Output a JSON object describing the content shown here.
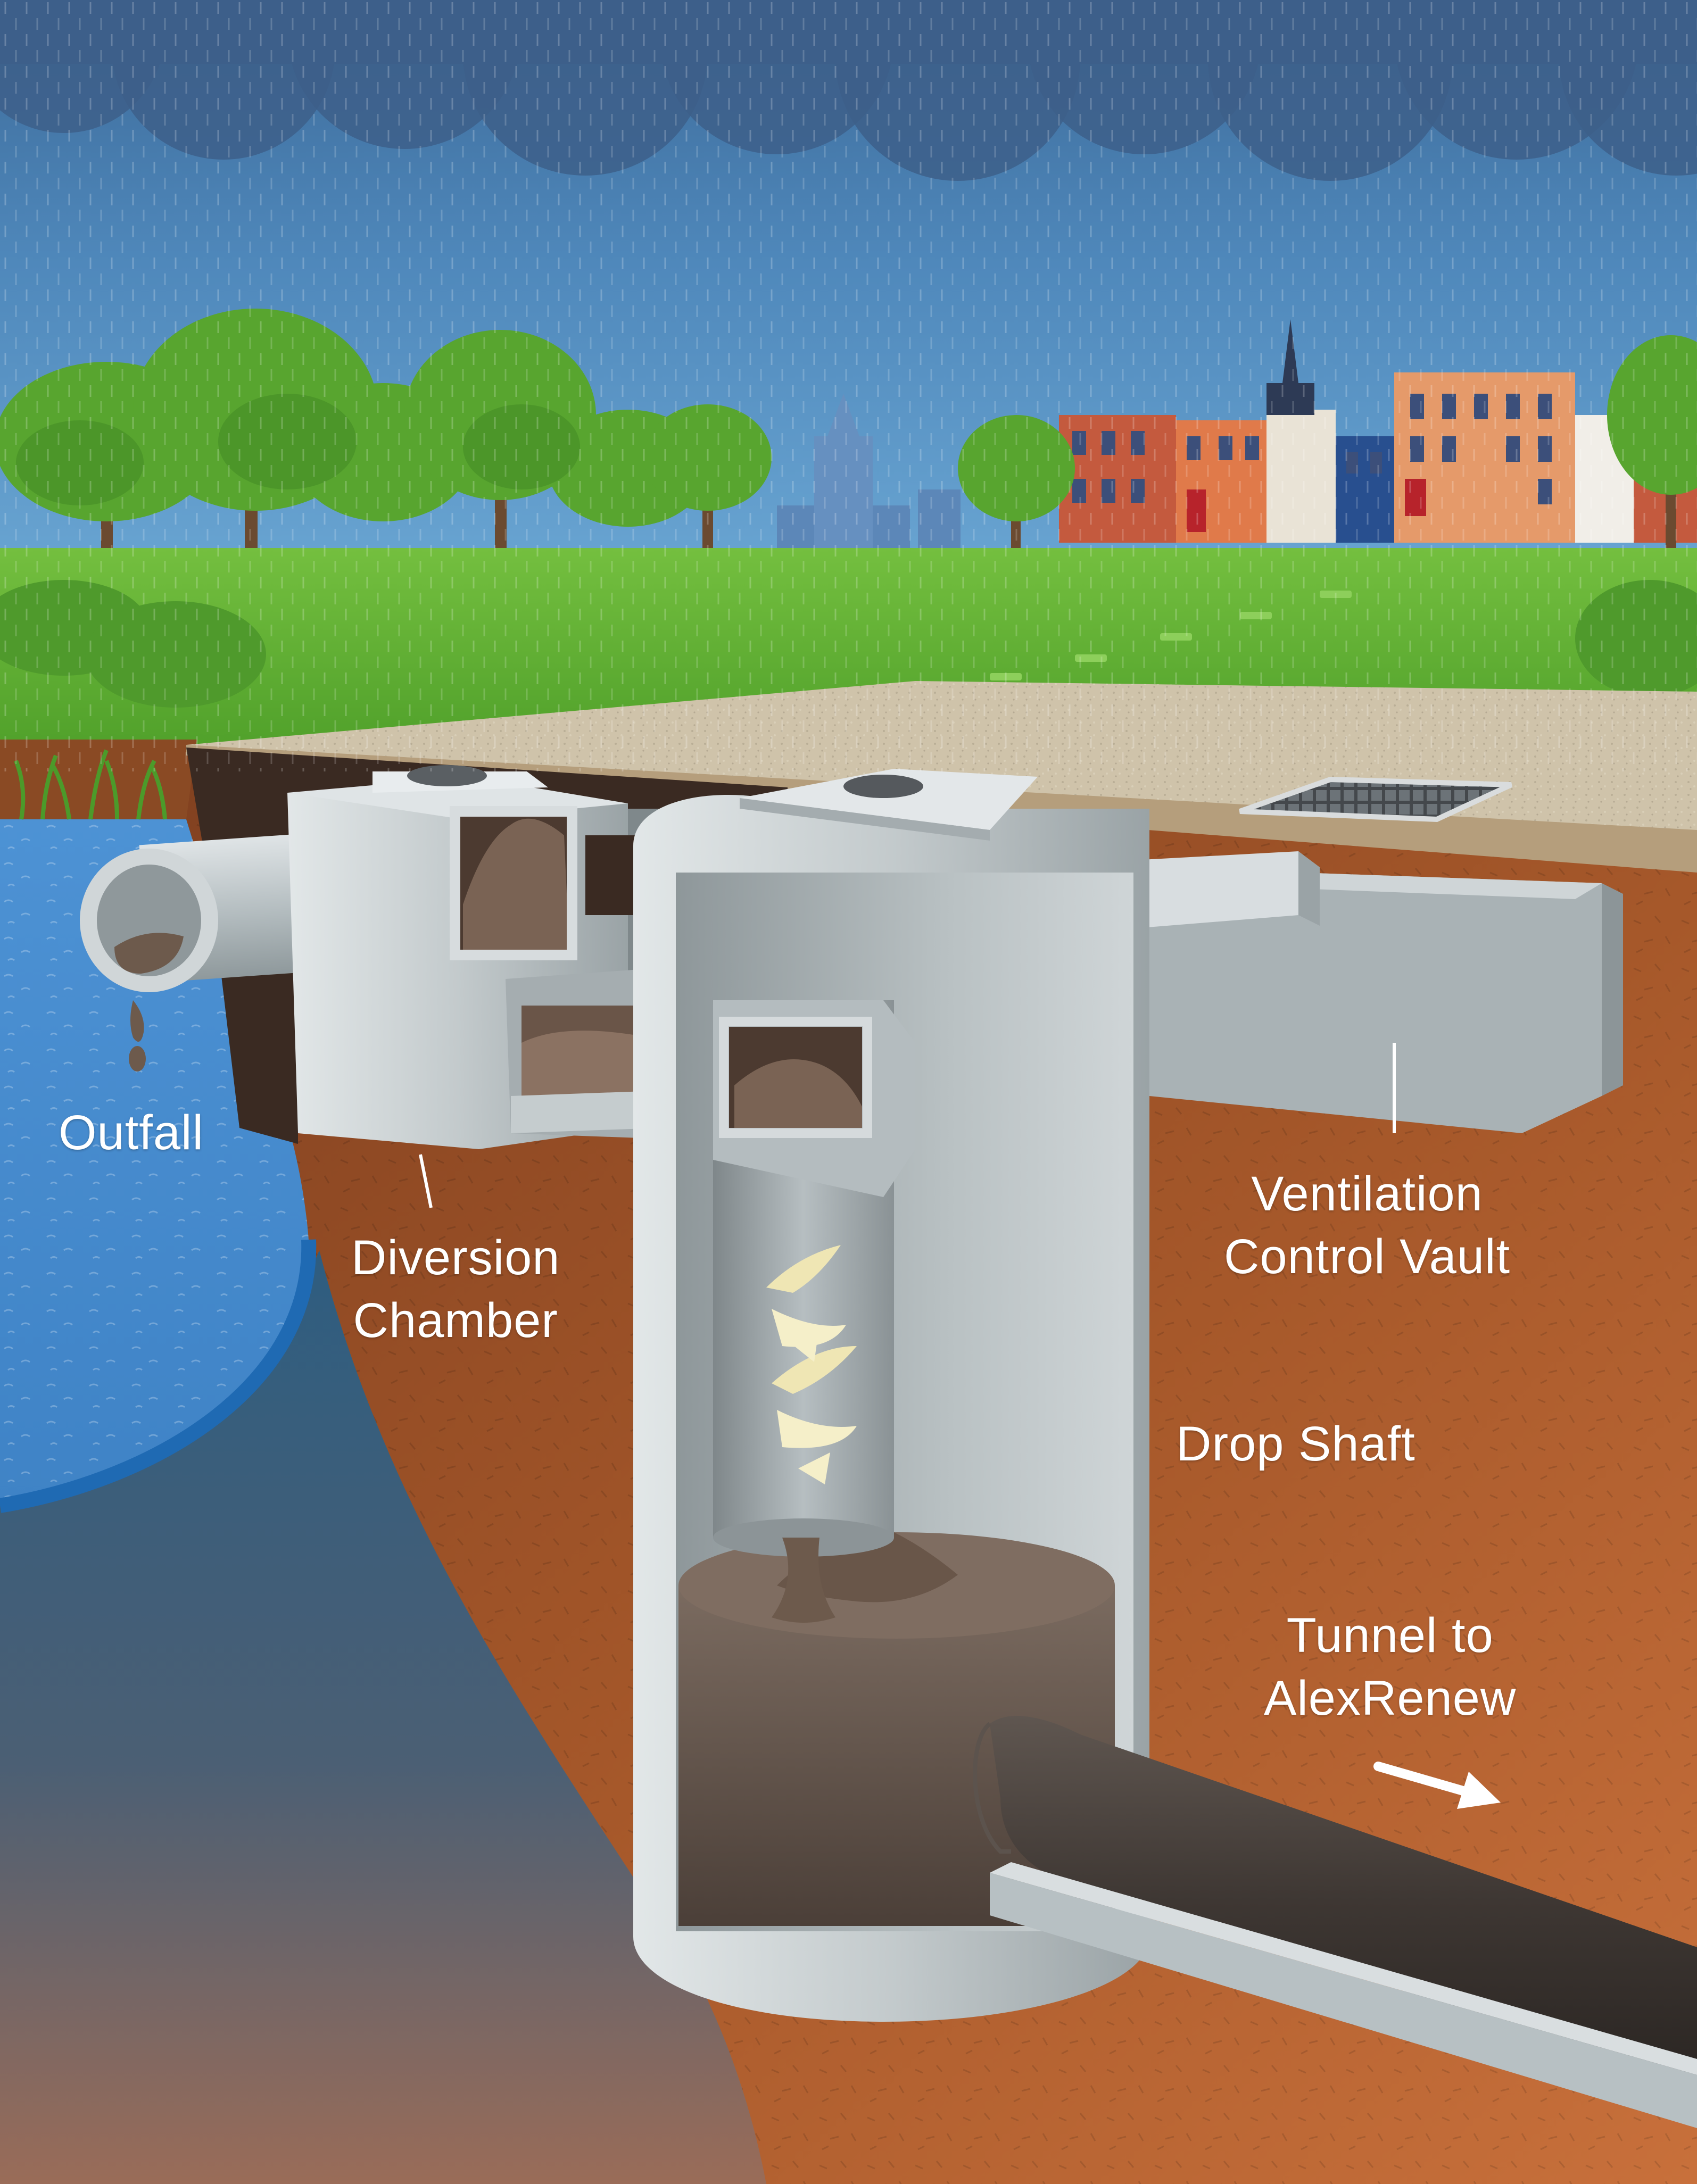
{
  "labels": {
    "outfall": "Outfall",
    "diversion_line1": "Diversion",
    "diversion_line2": "Chamber",
    "ventilation_line1": "Ventilation",
    "ventilation_line2": "Control Vault",
    "drop_shaft": "Drop Shaft",
    "tunnel_line1": "Tunnel to",
    "tunnel_line2": "AlexRenew"
  },
  "colors": {
    "sky": "#5b93c4",
    "cloud": "#40638e",
    "grass": "#59ad2f",
    "soil": "#b8642e",
    "water": "#3b84cc",
    "concrete": "#c4cbcd",
    "sewage": "#6a5a4f",
    "pavement": "#cdbfa6"
  }
}
